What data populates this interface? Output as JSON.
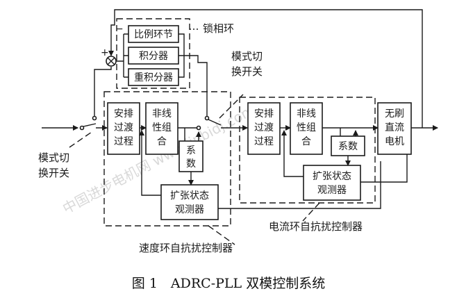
{
  "blocks": {
    "pll_label": "锁相环",
    "p_link": "比例环节",
    "integrator": "积分器",
    "double_integrator": "重积分器",
    "speed_td": [
      "安排",
      "过渡",
      "过程"
    ],
    "speed_nlsef": [
      "非线",
      "性组",
      "合"
    ],
    "speed_coef": [
      "系",
      "数"
    ],
    "speed_eso": [
      "扩张状态",
      "观测器"
    ],
    "speed_adrc_label": "速度环自抗扰控制器",
    "current_td": [
      "安排",
      "过渡",
      "过程"
    ],
    "current_nlsef": [
      "非线",
      "性组",
      "合"
    ],
    "current_coef": "系数",
    "current_eso": [
      "扩张状态",
      "观测器"
    ],
    "current_adrc_label": "电流环自抗扰控制器",
    "motor": [
      "无刷",
      "直流",
      "电机"
    ],
    "mode_switch_left": [
      "模式切",
      "换开关"
    ],
    "mode_switch_right": [
      "模式切",
      "换开关"
    ],
    "sum_plus": "+",
    "sum_minus": "−"
  },
  "watermark": "中国进步电机网 www.jinbidj.com",
  "caption": "图 1　ADRC-PLL 双模控制系统"
}
